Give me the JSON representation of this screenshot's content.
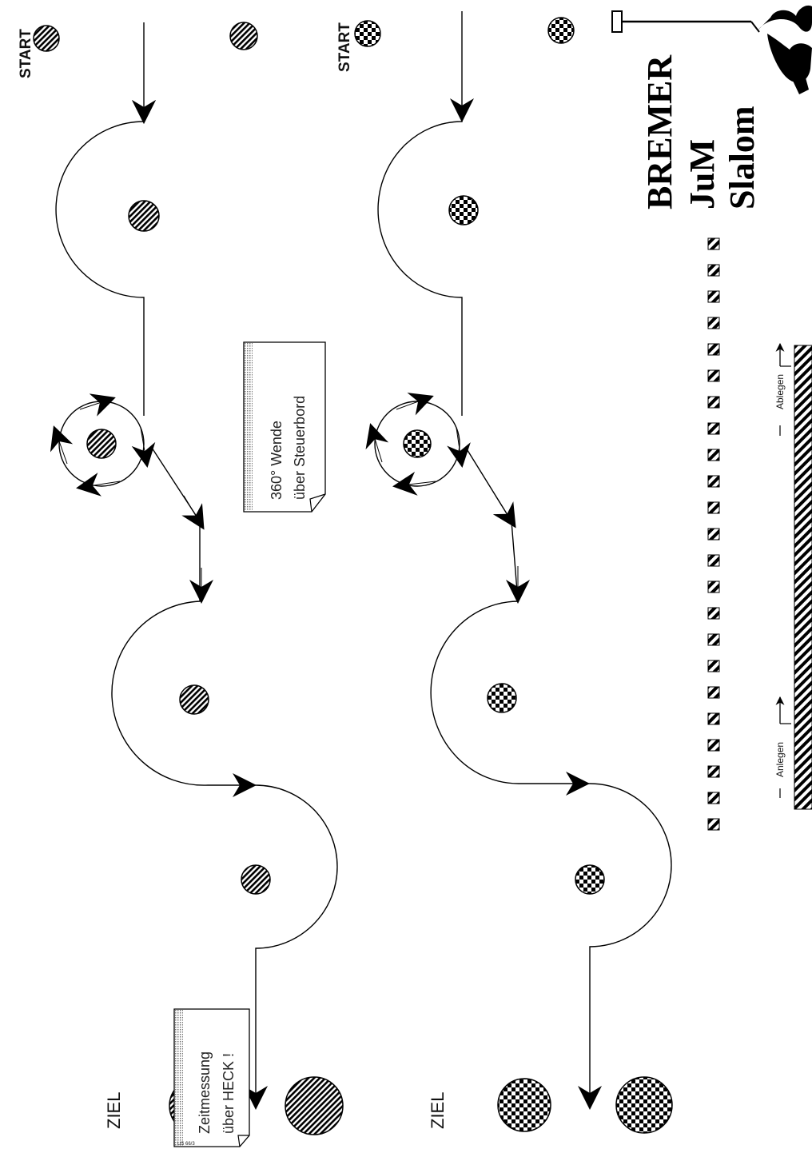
{
  "labels": {
    "start": "START",
    "finish": "ZIEL"
  },
  "title": {
    "line1": "BREMER",
    "line2": "JuM",
    "line3": "Slalom"
  },
  "notes": {
    "turn_line1": "360°   Wende",
    "turn_line2": "über Steuerbord",
    "timing_line1": "Zeitmessung",
    "timing_line2": "über HECK !",
    "code": "US 66/3"
  },
  "dock": {
    "ablegen": "Ablegen",
    "anlegen": "Anlegen"
  },
  "colors": {
    "ink": "#000000",
    "paper": "#ffffff",
    "note_shade": "#bdbdbd"
  },
  "icons": {
    "logo": "rower-oar-icon",
    "buoy_left_course": "striped-buoy-icon",
    "buoy_right_course": "checkered-buoy-icon",
    "dock_marker": "hatched-square-icon",
    "dock": "hatched-pier-icon"
  }
}
